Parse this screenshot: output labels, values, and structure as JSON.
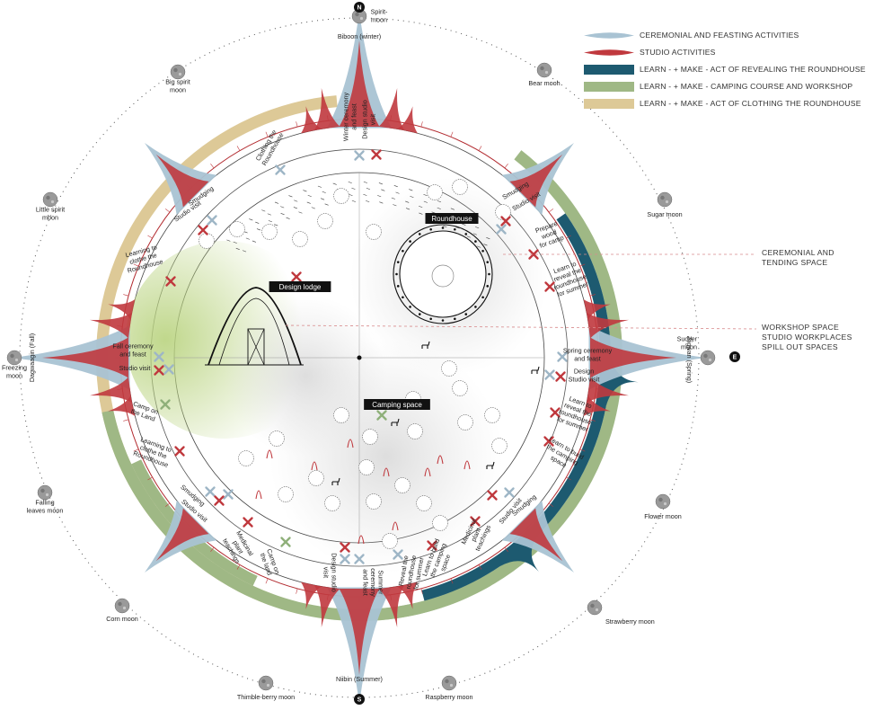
{
  "compass": {
    "north": "N",
    "south": "S",
    "east": "E"
  },
  "legend": [
    {
      "label": "CEREMONIAL AND FEASTING ACTIVITIES",
      "color": "#a9c3d3",
      "shape": "spike"
    },
    {
      "label": "STUDIO ACTIVITIES",
      "color": "#c0393e",
      "shape": "spike"
    },
    {
      "label": "LEARN - + MAKE - ACT OF REVEALING THE ROUNDHOUSE",
      "color": "#1d5a70",
      "shape": "band"
    },
    {
      "label": "LEARN - + MAKE - CAMPING COURSE AND WORKSHOP",
      "color": "#9fb885",
      "shape": "band"
    },
    {
      "label": "LEARN - + MAKE - ACT OF CLOTHING THE ROUNDHOUSE",
      "color": "#ddc997",
      "shape": "band"
    }
  ],
  "callouts": [
    {
      "lines": [
        "CEREMONIAL AND",
        "TENDING SPACE"
      ]
    },
    {
      "lines": [
        "WORKSHOP SPACE",
        "STUDIO WORKPLACES",
        "SPILL OUT SPACES"
      ]
    }
  ],
  "seasons": {
    "north": "Biboon (winter)",
    "south": "Niibin (Summer)",
    "east": "Ziigwan (Spring)",
    "west": "Dagwaagin (Fall)"
  },
  "moons": [
    {
      "label": "Spirit-\nmoon"
    },
    {
      "label": "Bear mooh"
    },
    {
      "label": "Sugar moon"
    },
    {
      "label": "Sucker\nmoon"
    },
    {
      "label": "Flower moon"
    },
    {
      "label": "Strawberry moon"
    },
    {
      "label": "Raspberry moon"
    },
    {
      "label": "Thimble-berry moon"
    },
    {
      "label": "Corn moon"
    },
    {
      "label": "Falling\nleaves moon"
    },
    {
      "label": "Freezing\nmoon"
    },
    {
      "label": "Little spirit\nmbon"
    },
    {
      "label": "Big spirit\nmoon"
    }
  ],
  "spaces": [
    {
      "label": "Roundhouse"
    },
    {
      "label": "Design lodge"
    },
    {
      "label": "Camping space"
    }
  ],
  "activities": [
    {
      "label": "Winter ceremony\nand feast"
    },
    {
      "label": "Design studio\nvisit"
    },
    {
      "label": "Clothing the\nRoundhouse"
    },
    {
      "label": "Smudging"
    },
    {
      "label": "Studio visit"
    },
    {
      "label": "Smudging"
    },
    {
      "label": "Studio visit"
    },
    {
      "label": "Prepare\nwood\nfor camp"
    },
    {
      "label": "Learn to\nreveal the\nroundhouse\nfor summer"
    },
    {
      "label": "Learning to\nclothe the\nRoundhouse"
    },
    {
      "label": "Fall ceremony\nand feast"
    },
    {
      "label": "Studio visit"
    },
    {
      "label": "Spring ceremony\nand feast"
    },
    {
      "label": "Design\nStudio visit"
    },
    {
      "label": "Camp on\nthe Land"
    },
    {
      "label": "Learning to\nclothe the\nRoundhouse"
    },
    {
      "label": "Learn to\nreveal the\nroundhouse\nfor summer"
    },
    {
      "label": "Learn to build\nthe camping\nspace"
    },
    {
      "label": "Smudging"
    },
    {
      "label": "Studio visit"
    },
    {
      "label": "Smudging"
    },
    {
      "label": "Studio visit"
    },
    {
      "label": "Medicinal\nplant\nteachings"
    },
    {
      "label": "Medicinal\nplant\nteachings"
    },
    {
      "label": "Camp on\nthe land"
    },
    {
      "label": "Design studio\nvisit"
    },
    {
      "label": "Summer\nceremony\nand feast"
    },
    {
      "label": "Reveal the\nroundhouse\nfor summer"
    },
    {
      "label": "Learn to build\nthe camping\nspace"
    }
  ]
}
